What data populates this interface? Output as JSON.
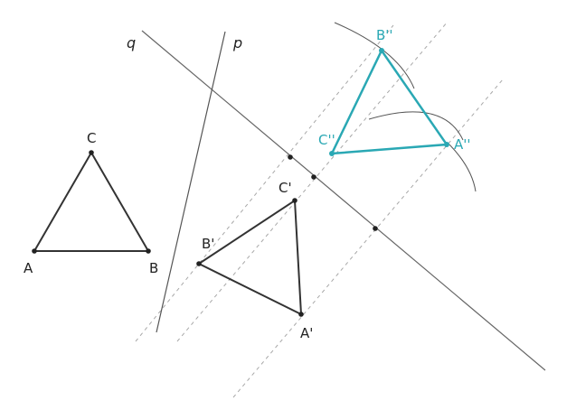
{
  "colors": {
    "original": "#333333",
    "image": "#2aa8b4",
    "construction": "#999999",
    "axis": "#666666"
  },
  "lines": {
    "q": "q",
    "p": "p"
  },
  "points": {
    "A": "A",
    "B": "B",
    "C": "C",
    "A1": "A'",
    "B1": "B'",
    "C1": "C'",
    "A2": "A''",
    "B2": "B''",
    "C2": "C''"
  }
}
